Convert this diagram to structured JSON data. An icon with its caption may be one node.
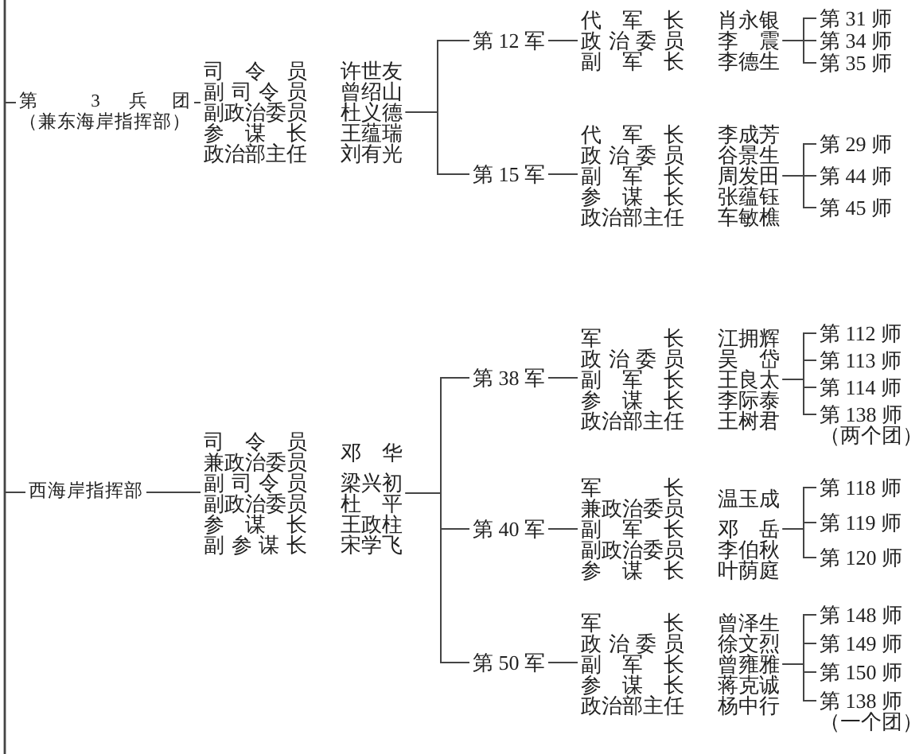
{
  "diagram": {
    "nodes": [
      {
        "text": [
          "第 3 兵团",
          "（兼东海岸指挥部）"
        ]
      },
      {
        "text": [
          "司令员",
          "许世友",
          "副司令员",
          "曾绍山",
          "副政治委员",
          "杜义德",
          "参谋长",
          "王蕴瑞",
          "政治部主任",
          "刘有光"
        ]
      },
      {
        "text": [
          "第 12 军"
        ]
      },
      {
        "text": [
          "代军长",
          "肖永银",
          "政治委员",
          "李震",
          "副军长",
          "李德生"
        ]
      },
      {
        "text": [
          "第 31 师"
        ]
      },
      {
        "text": [
          "第 34 师"
        ]
      },
      {
        "text": [
          "第 35 师"
        ]
      },
      {
        "text": [
          "第 15 军"
        ]
      },
      {
        "text": [
          "代军长",
          "李成芳",
          "政治委员",
          "谷景生",
          "副军长",
          "周发田",
          "参谋长",
          "张蕴钰",
          "政治部主任",
          "车敏樵"
        ]
      },
      {
        "text": [
          "第 29 师"
        ]
      },
      {
        "text": [
          "第 44 师"
        ]
      },
      {
        "text": [
          "第 45 师"
        ]
      },
      {
        "text": [
          "西海岸指挥部"
        ]
      },
      {
        "text": [
          "司令员",
          "兼政治委员",
          "邓华",
          "副司令员",
          "梁兴初",
          "副政治委员",
          "杜平",
          "参谋长",
          "王政柱",
          "副参谋长",
          "宋学飞"
        ]
      },
      {
        "text": [
          "第 38 军"
        ]
      },
      {
        "text": [
          "军长",
          "江拥辉",
          "政治委员",
          "吴岱",
          "副军长",
          "王良太",
          "参谋长",
          "李际泰",
          "政治部主任",
          "王树君"
        ]
      },
      {
        "text": [
          "第 112 师"
        ]
      },
      {
        "text": [
          "第 113 师"
        ]
      },
      {
        "text": [
          "第 114 师"
        ]
      },
      {
        "text": [
          "第 138 师",
          "（两个团）"
        ]
      },
      {
        "text": [
          "第 40 军"
        ]
      },
      {
        "text": [
          "军长",
          "兼政治委员",
          "温玉成",
          "副军长",
          "邓岳",
          "副政治委员",
          "李伯秋",
          "参谋长",
          "叶荫庭"
        ]
      },
      {
        "text": [
          "第 118 师"
        ]
      },
      {
        "text": [
          "第 119 师"
        ]
      },
      {
        "text": [
          "第 120 师"
        ]
      },
      {
        "text": [
          "第 50 军"
        ]
      },
      {
        "text": [
          "军长",
          "曾泽生",
          "政治委员",
          "徐文烈",
          "副军长",
          "曾雍雅",
          "参谋长",
          "蒋克诚",
          "政治部主任",
          "杨中行"
        ]
      },
      {
        "text": [
          "第 148 师"
        ]
      },
      {
        "text": [
          "第 149 师"
        ]
      },
      {
        "text": [
          "第 150 师"
        ]
      },
      {
        "text": [
          "第 138 师",
          "（一个团）"
        ]
      }
    ],
    "edges": [
      {
        "from": null,
        "to": 0,
        "arrow": "none"
      },
      {
        "from": 0,
        "to": 1,
        "arrow": "none"
      },
      {
        "from": 1,
        "to": 2,
        "arrow": "none"
      },
      {
        "from": 2,
        "to": 3,
        "arrow": "none"
      },
      {
        "from": 3,
        "to": 4,
        "arrow": "none"
      },
      {
        "from": 3,
        "to": 5,
        "arrow": "none"
      },
      {
        "from": 3,
        "to": 6,
        "arrow": "none"
      },
      {
        "from": 1,
        "to": 7,
        "arrow": "none"
      },
      {
        "from": 7,
        "to": 8,
        "arrow": "none"
      },
      {
        "from": 8,
        "to": 9,
        "arrow": "none"
      },
      {
        "from": 8,
        "to": 10,
        "arrow": "none"
      },
      {
        "from": 8,
        "to": 11,
        "arrow": "none"
      },
      {
        "from": null,
        "to": 12,
        "arrow": "none"
      },
      {
        "from": 12,
        "to": 13,
        "arrow": "none"
      },
      {
        "from": 13,
        "to": 14,
        "arrow": "none"
      },
      {
        "from": 14,
        "to": 15,
        "arrow": "none"
      },
      {
        "from": 15,
        "to": 16,
        "arrow": "none"
      },
      {
        "from": 15,
        "to": 17,
        "arrow": "none"
      },
      {
        "from": 15,
        "to": 18,
        "arrow": "none"
      },
      {
        "from": 15,
        "to": 19,
        "arrow": "none"
      },
      {
        "from": 13,
        "to": 20,
        "arrow": "none"
      },
      {
        "from": 20,
        "to": 21,
        "arrow": "none"
      },
      {
        "from": 21,
        "to": 22,
        "arrow": "none"
      },
      {
        "from": 21,
        "to": 23,
        "arrow": "none"
      },
      {
        "from": 21,
        "to": 24,
        "arrow": "none"
      },
      {
        "from": 13,
        "to": 25,
        "arrow": "none"
      },
      {
        "from": 25,
        "to": 26,
        "arrow": "none"
      },
      {
        "from": 26,
        "to": 27,
        "arrow": "none"
      },
      {
        "from": 26,
        "to": 28,
        "arrow": "none"
      },
      {
        "from": 26,
        "to": 29,
        "arrow": "none"
      },
      {
        "from": 26,
        "to": 30,
        "arrow": "none"
      }
    ]
  }
}
